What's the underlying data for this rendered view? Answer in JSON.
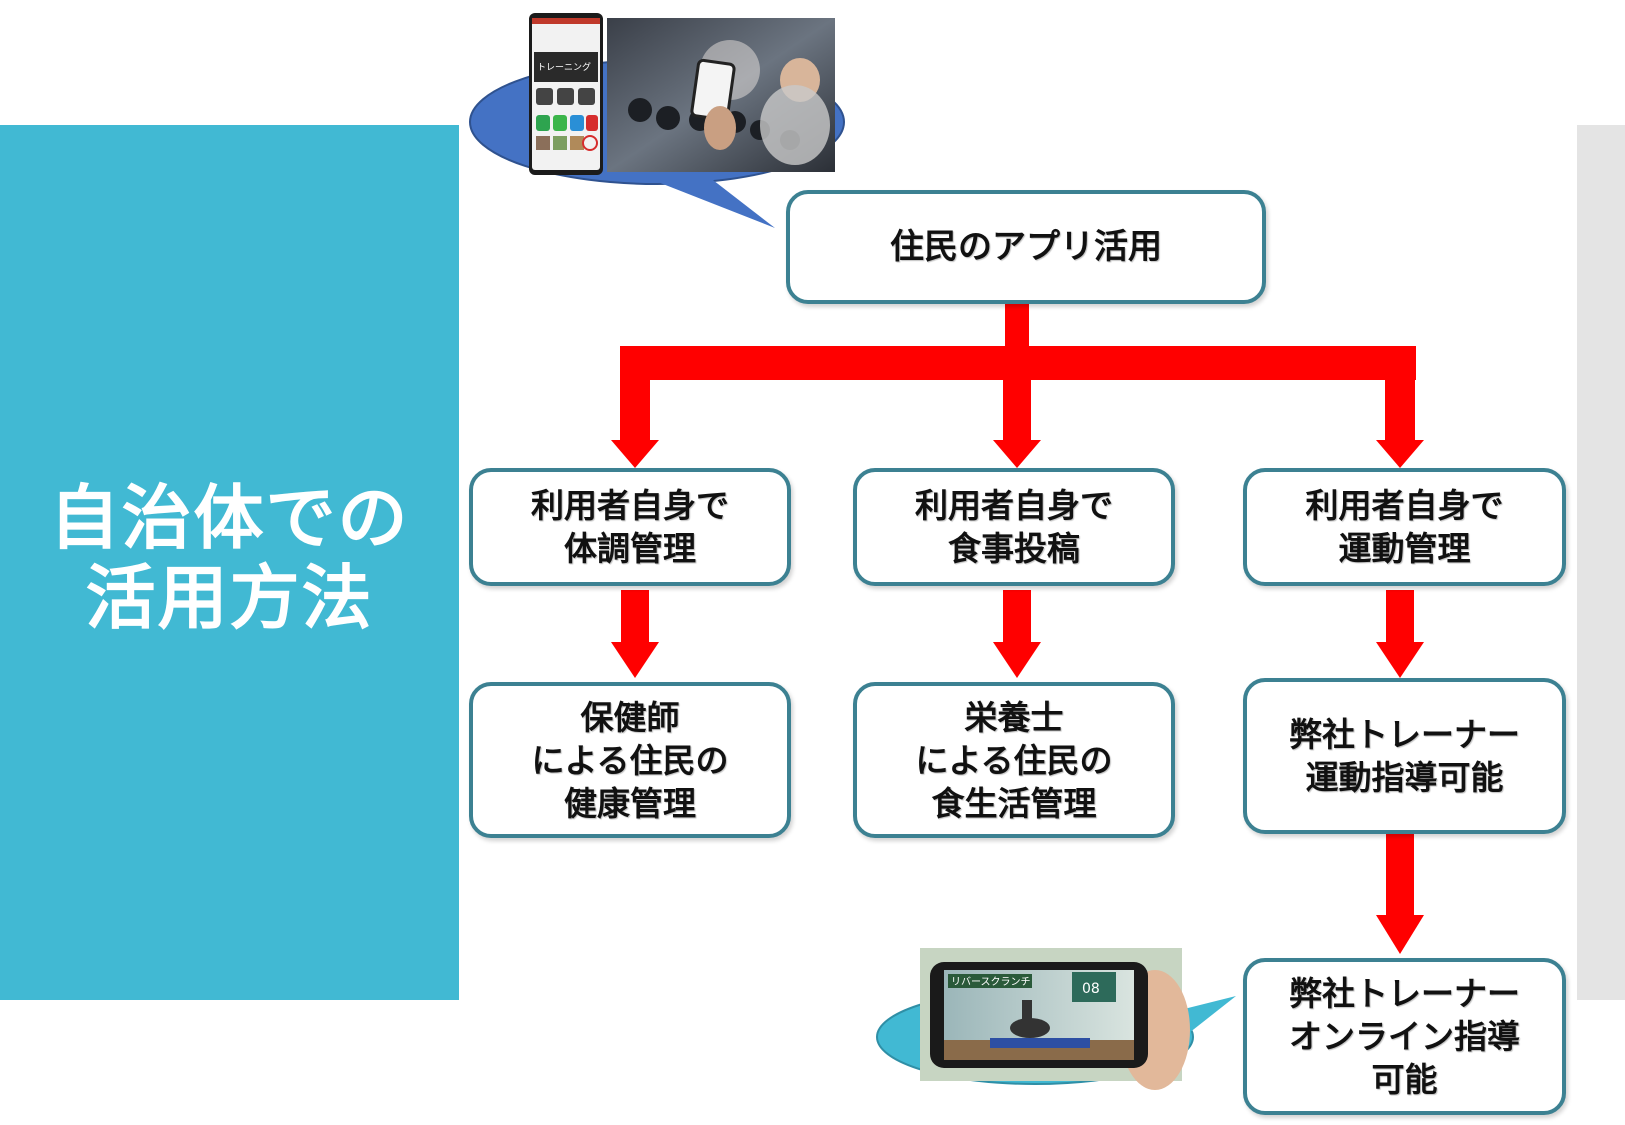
{
  "sidebar": {
    "title_lines": [
      "自治体での",
      "活用方法"
    ]
  },
  "diagram": {
    "root": {
      "text": "住民のアプリ活用"
    },
    "branches": [
      {
        "self_lines": [
          "利用者自身で",
          "体調管理"
        ],
        "result_lines": [
          "保健師",
          "による住民の",
          "健康管理"
        ]
      },
      {
        "self_lines": [
          "利用者自身で",
          "食事投稿"
        ],
        "result_lines": [
          "栄養士",
          "による住民の",
          "食生活管理"
        ]
      },
      {
        "self_lines": [
          "利用者自身で",
          "運動管理"
        ],
        "result_lines": [
          "弊社トレーナー",
          "運動指導可能"
        ],
        "extra_lines": [
          "弊社トレーナー",
          "オンライン指導",
          "可能"
        ]
      }
    ]
  },
  "phone_app": {
    "screen_label": "トレーニング"
  },
  "video_phone": {
    "screen_title": "リバースクランチ",
    "counter": "08"
  },
  "colors": {
    "sidebar": "#41b9d3",
    "arrow": "#ff0000",
    "box_border": "#3c8192",
    "bubble_top": "#4472c4",
    "bubble_bottom": "#41b9d3",
    "right_strip": "#e4e4e4"
  }
}
